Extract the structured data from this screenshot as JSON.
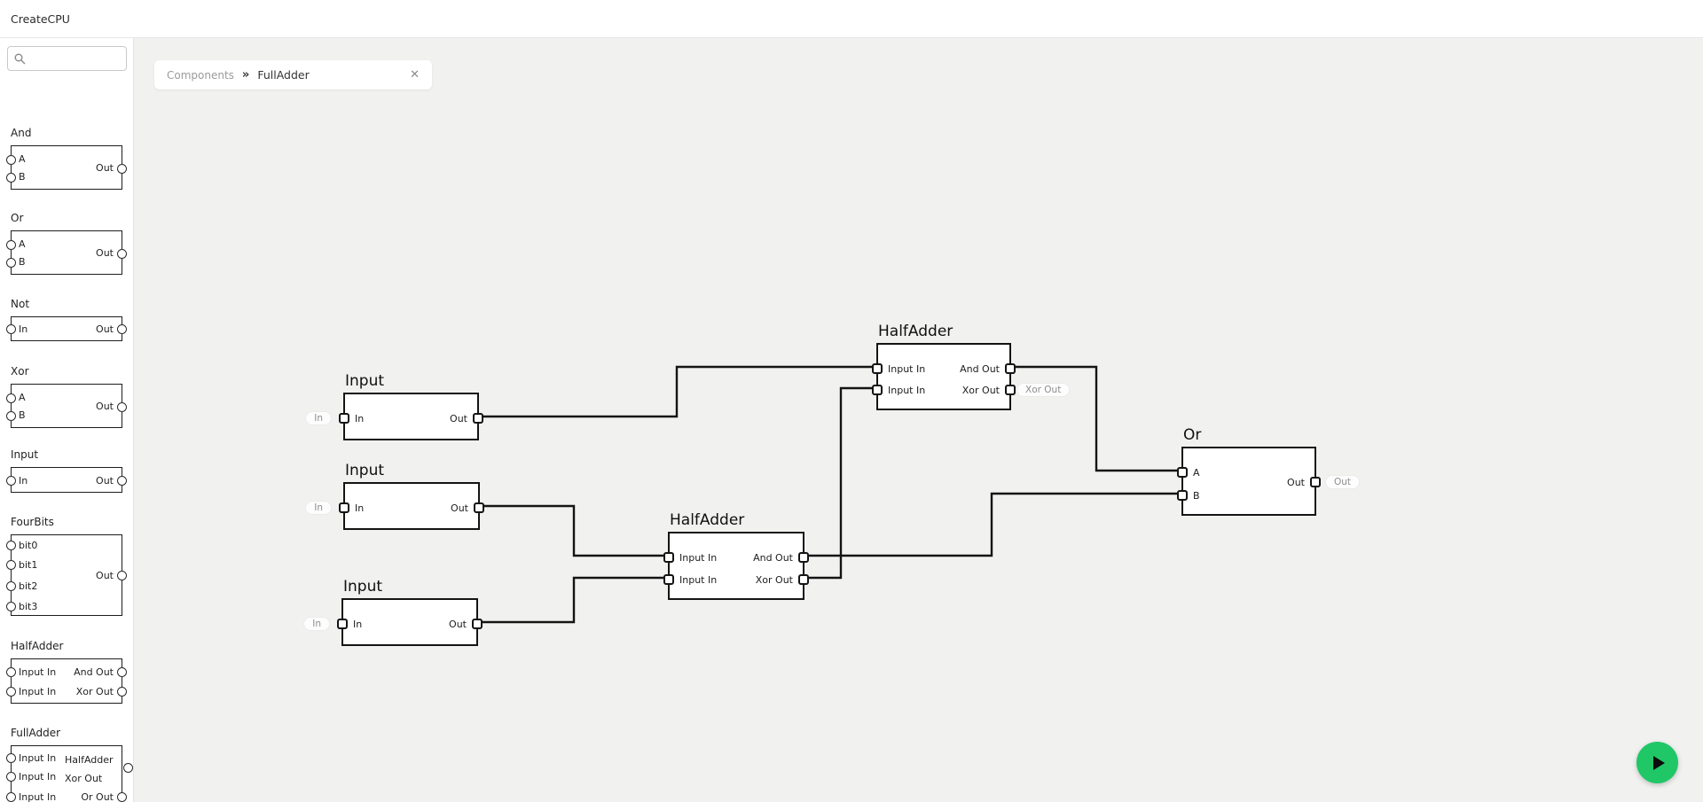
{
  "app": {
    "title": "CreateCPU"
  },
  "colors": {
    "accent_green": "#1fc767",
    "canvas_bg": "#f1f1f0",
    "wire": "#141414"
  },
  "sidebar": {
    "search_placeholder": "",
    "search_icon": "magnifier",
    "items": [
      {
        "label": "And",
        "inputs": [
          "A",
          "B"
        ],
        "outputs": [
          "Out"
        ]
      },
      {
        "label": "Or",
        "inputs": [
          "A",
          "B"
        ],
        "outputs": [
          "Out"
        ]
      },
      {
        "label": "Not",
        "inputs": [
          "In"
        ],
        "outputs": [
          "Out"
        ]
      },
      {
        "label": "Xor",
        "inputs": [
          "A",
          "B"
        ],
        "outputs": [
          "Out"
        ]
      },
      {
        "label": "Input",
        "inputs": [
          "In"
        ],
        "outputs": [
          "Out"
        ]
      },
      {
        "label": "FourBits",
        "inputs": [
          "bit0",
          "bit1",
          "bit2",
          "bit3"
        ],
        "outputs": [
          "Out"
        ]
      },
      {
        "label": "HalfAdder",
        "inputs": [
          "Input In",
          "Input In"
        ],
        "outputs": [
          "And Out",
          "Xor Out"
        ]
      },
      {
        "label": "FullAdder",
        "inputs": [
          "Input In",
          "Input In",
          "Input In"
        ],
        "outputs": [
          "HalfAdder Xor Out",
          "Or Out"
        ]
      }
    ]
  },
  "tab": {
    "breadcrumb_root": "Components",
    "separator": "»",
    "breadcrumb_current": "FullAdder",
    "close": "✕"
  },
  "canvas": {
    "nodes": [
      {
        "title": "Input",
        "badge_in": "In",
        "in": [
          "In"
        ],
        "out": [
          "Out"
        ]
      },
      {
        "title": "Input",
        "badge_in": "In",
        "in": [
          "In"
        ],
        "out": [
          "Out"
        ]
      },
      {
        "title": "Input",
        "badge_in": "In",
        "in": [
          "In"
        ],
        "out": [
          "Out"
        ]
      },
      {
        "title": "HalfAdder",
        "badge_out": "Xor Out",
        "in": [
          "Input In",
          "Input In"
        ],
        "out": [
          "And Out",
          "Xor Out"
        ]
      },
      {
        "title": "HalfAdder",
        "in": [
          "Input In",
          "Input In"
        ],
        "out": [
          "And Out",
          "Xor Out"
        ]
      },
      {
        "title": "Or",
        "badge_out": "Out",
        "in": [
          "A",
          "B"
        ],
        "out": [
          "Out"
        ]
      }
    ],
    "connections": [
      {
        "from": "Input-1.Out",
        "to": "HalfAdder-top.Input In 1"
      },
      {
        "from": "Input-2.Out",
        "to": "HalfAdder-bottom.Input In 1"
      },
      {
        "from": "Input-3.Out",
        "to": "HalfAdder-bottom.Input In 2"
      },
      {
        "from": "HalfAdder-bottom.Xor Out",
        "to": "HalfAdder-top.Input In 2"
      },
      {
        "from": "HalfAdder-bottom.And Out",
        "to": "Or.B"
      },
      {
        "from": "HalfAdder-top.And Out",
        "to": "Or.A"
      }
    ]
  },
  "run_button": {
    "icon": "play"
  }
}
